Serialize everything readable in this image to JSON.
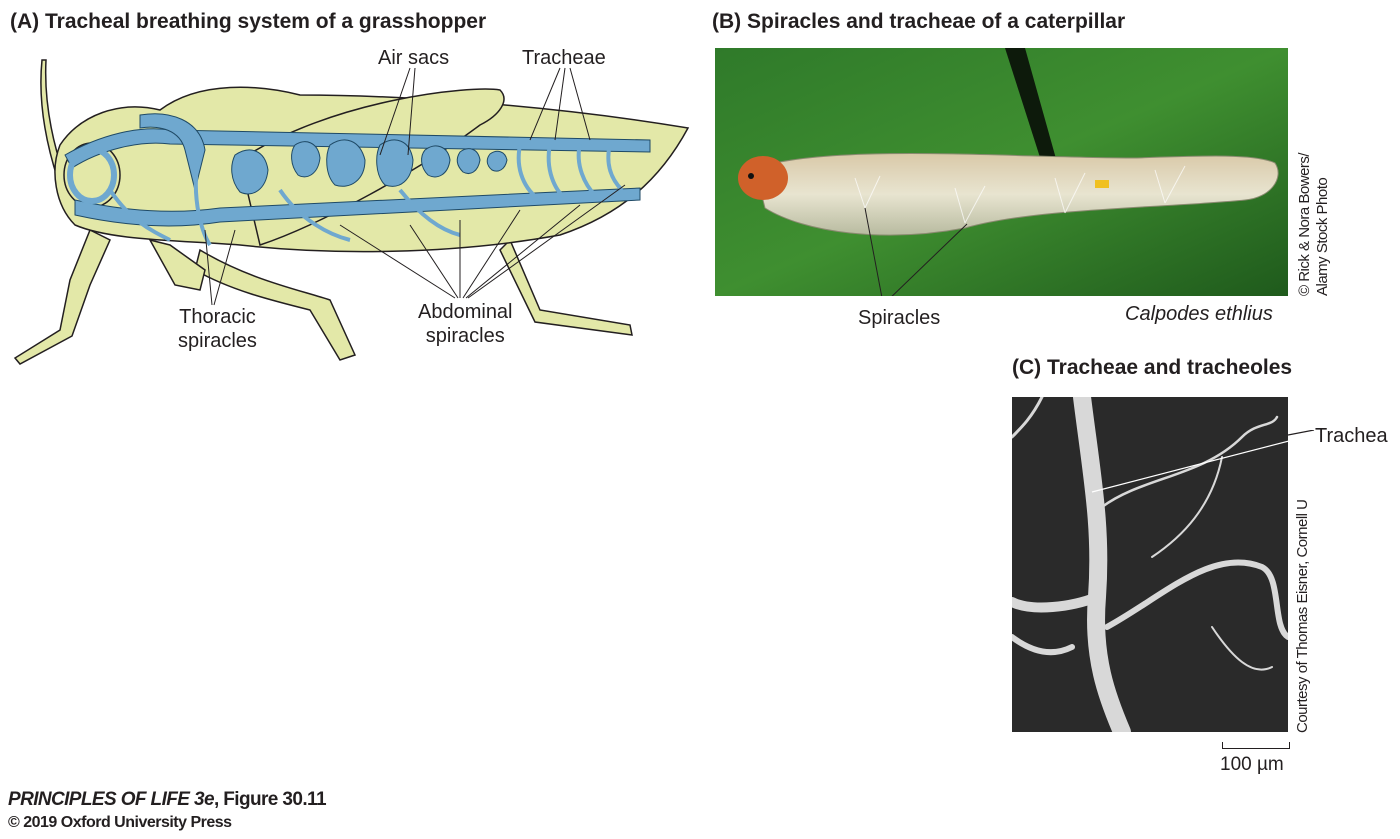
{
  "panel_a": {
    "title": "(A)  Tracheal breathing system of a grasshopper",
    "labels": {
      "air_sacs": "Air sacs",
      "tracheae": "Tracheae",
      "thoracic_1": "Thoracic",
      "thoracic_2": "spiracles",
      "abdominal_1": "Abdominal",
      "abdominal_2": "spiracles"
    },
    "colors": {
      "body": "#e3e8a8",
      "trachea": "#6fa8cf",
      "outline": "#231f20"
    }
  },
  "panel_b": {
    "title": "(B)  Spiracles and tracheae of a caterpillar",
    "label_spiracles": "Spiracles",
    "species": "Calpodes ethlius",
    "credit_1": "© Rick & Nora Bowers/",
    "credit_2": "Alamy Stock Photo"
  },
  "panel_c": {
    "title": "(C)  Tracheae and tracheoles",
    "label_trachea": "Trachea",
    "credit": "Courtesy of Thomas Eisner, Cornell U",
    "scale_bar": "100 µm"
  },
  "footer": {
    "book": "PRINCIPLES OF LIFE 3e",
    "figure": ", Figure 30.11",
    "copyright": "© 2019 Oxford University Press"
  }
}
